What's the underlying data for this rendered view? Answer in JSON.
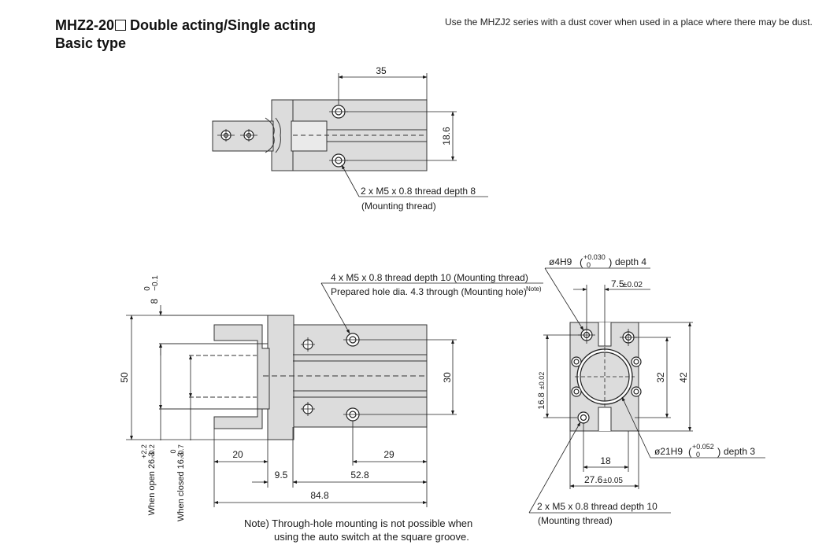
{
  "header": {
    "title": "MHZ2-20",
    "title_suffix": "Double acting/Single acting",
    "subtitle": "Basic type",
    "dust_note": "Use the MHZJ2 series with a dust cover when used in a place where there may be dust."
  },
  "top_view": {
    "dim_width": "35",
    "dim_height": "18.6",
    "callout_line1": "2 x M5 x 0.8 thread depth 8",
    "callout_line2": "(Mounting thread)"
  },
  "side_view": {
    "callout_line1": "4 x M5 x 0.8 thread depth 10 (Mounting thread)",
    "callout_line2": "Prepared hole dia. 4.3 through (Mounting hole)",
    "callout_note_sup": "Note)",
    "dim_tol_top": "0",
    "dim_tol_bottom": "−0.1",
    "dim_tol_base": "8",
    "dim_50": "50",
    "dim_30": "30",
    "dim_20": "20",
    "dim_29": "29",
    "dim_9_5": "9.5",
    "dim_52_8": "52.8",
    "dim_84_8": "84.8",
    "open_label": "When open 26.3",
    "open_tol_top": "+2.2",
    "open_tol_bottom": "−0.2",
    "closed_label": "When closed 16.3",
    "closed_tol_top": "0",
    "closed_tol_bottom": "−0.7"
  },
  "end_view": {
    "pin_hole_label": "ø4H9",
    "pin_hole_tol_top": "+0.030",
    "pin_hole_tol_bottom": "0",
    "pin_hole_depth": "depth 4",
    "dim_7_5": "7.5",
    "dim_7_5_tol": "±0.02",
    "dim_16_8": "16.8",
    "dim_16_8_tol": "±0.02",
    "dim_32": "32",
    "dim_42": "42",
    "dim_18": "18",
    "dim_27_6": "27.6",
    "dim_27_6_tol": "±0.05",
    "bore_label": "ø21H9",
    "bore_tol_top": "+0.052",
    "bore_tol_bottom": "0",
    "bore_depth": "depth 3",
    "callout_line1": "2 x M5 x 0.8 thread depth 10",
    "callout_line2": "(Mounting thread)"
  },
  "footnote": {
    "line1": "Note) Through-hole mounting is not possible when",
    "line2": "using the auto switch at the square groove."
  }
}
